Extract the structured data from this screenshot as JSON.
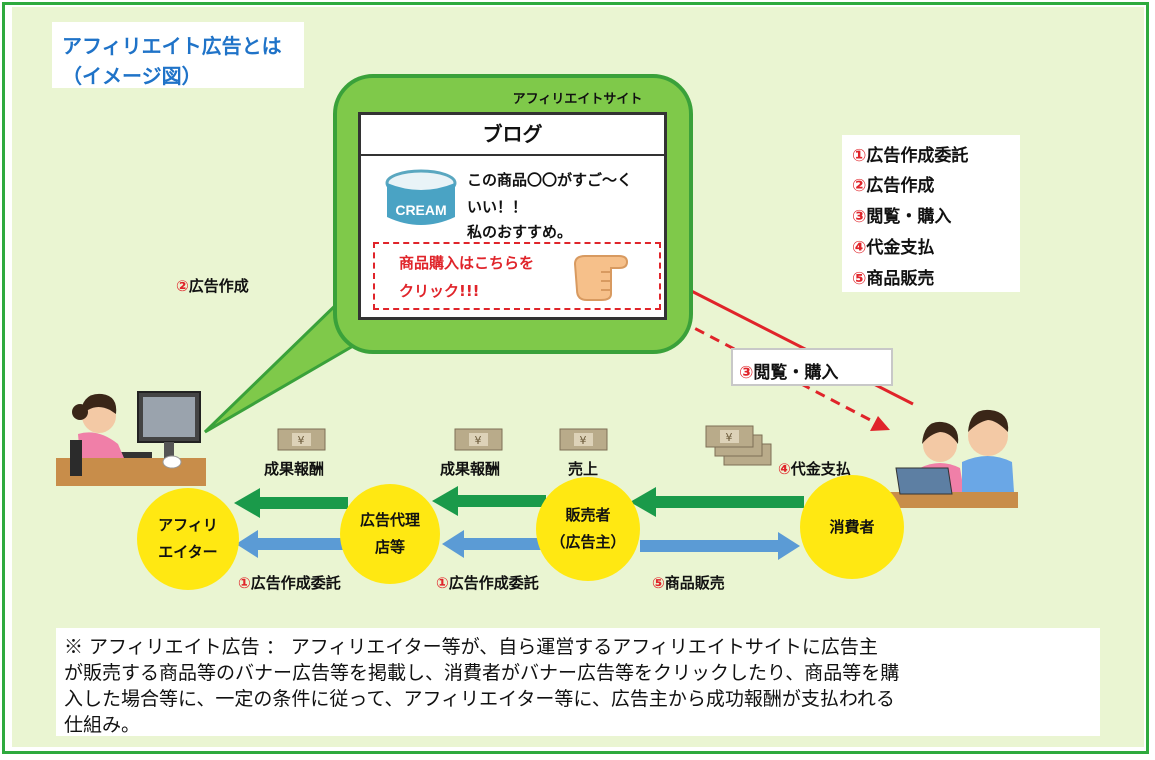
{
  "title": {
    "line1": "アフィリエイト広告とは",
    "line2": "（イメージ図）"
  },
  "site": {
    "label": "アフィリエイトサイト",
    "blog_title": "ブログ",
    "product_text": [
      "この商品〇〇がすご～く",
      "いい！！",
      "私のおすすめ。"
    ],
    "product_icon_text": "CREAM",
    "cta": [
      "商品購入はこちらを",
      "クリック!!!"
    ]
  },
  "legend": [
    {
      "num": "①",
      "text": "広告作成委託"
    },
    {
      "num": "②",
      "text": "広告作成"
    },
    {
      "num": "③",
      "text": "閲覧・購入"
    },
    {
      "num": "④",
      "text": "代金支払"
    },
    {
      "num": "⑤",
      "text": "商品販売"
    }
  ],
  "labels": {
    "ad_creation": {
      "num": "②",
      "text": "広告作成"
    },
    "browse_buy": {
      "num": "③",
      "text": "閲覧・購入"
    },
    "reward1": "成果報酬",
    "reward2": "成果報酬",
    "sales": "売上",
    "payment": {
      "num": "④",
      "text": "代金支払"
    },
    "commission1": {
      "num": "①",
      "text": "広告作成委託"
    },
    "commission2": {
      "num": "①",
      "text": "広告作成委託"
    },
    "product_sale": {
      "num": "⑤",
      "text": "商品販売"
    },
    "money_symbol": "¥"
  },
  "nodes": {
    "affiliator": "アフィリ\nエイター",
    "agency": "広告代理\n店等",
    "seller": "販売者\n（広告主）",
    "consumer": "消費者"
  },
  "note": [
    "※ アフィリエイト広告 ： アフィリエイター等が、自ら運営するアフィリエイトサイトに広告主",
    "が販売する商品等のバナー広告等を掲載し、消費者がバナー広告等をクリックしたり、商品等を購",
    "入した場合等に、一定の条件に従って、アフィリエイター等に、広告主から成功報酬が支払われる",
    "仕組み。"
  ],
  "colors": {
    "frame": "#2eaa3e",
    "background": "#eaf5d2",
    "node": "#ffe812",
    "flow_green": "#1a9a4a",
    "flow_blue": "#5b9bd5",
    "accent_red": "#e0242a",
    "title_blue": "#1f73c8"
  }
}
